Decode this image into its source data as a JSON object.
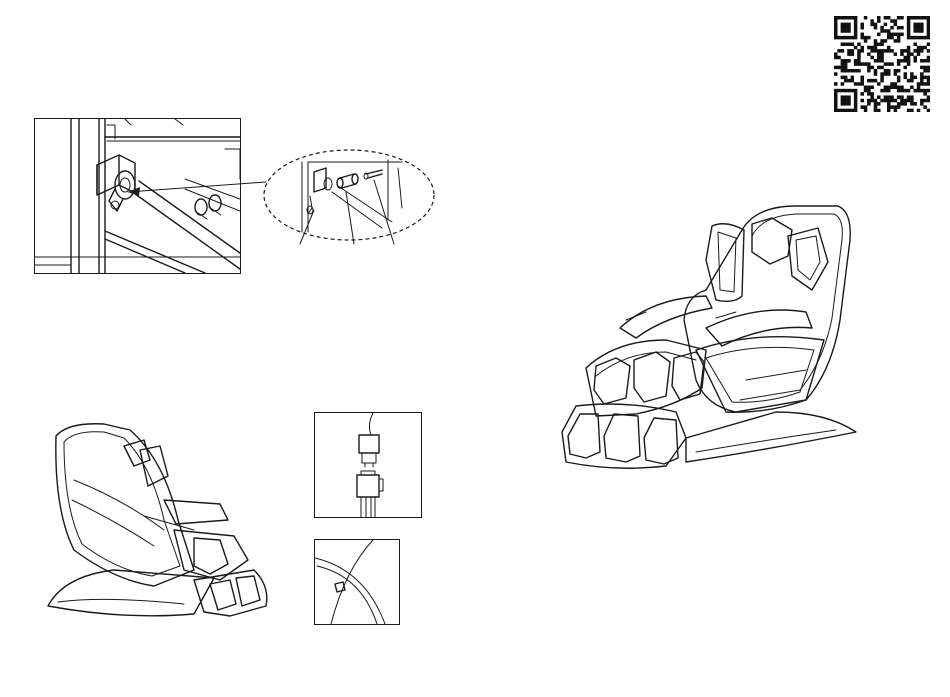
{
  "page": {
    "background": "#ffffff",
    "line_color": "#1a1a1a"
  },
  "figures": [
    {
      "id": "detail-assembly",
      "description_icon": "backrest-bracket-detail"
    },
    {
      "id": "magnified-callout",
      "description_icon": "bracket-pin-magnifier"
    },
    {
      "id": "chair-rear-view",
      "description_icon": "massage-chair-rear"
    },
    {
      "id": "connector-inset",
      "description_icon": "cable-connector"
    },
    {
      "id": "cable-tie-inset",
      "description_icon": "cable-tie"
    },
    {
      "id": "chair-front-view",
      "description_icon": "massage-chair-front"
    },
    {
      "id": "qr-code",
      "description_icon": "qr-code-icon"
    }
  ]
}
